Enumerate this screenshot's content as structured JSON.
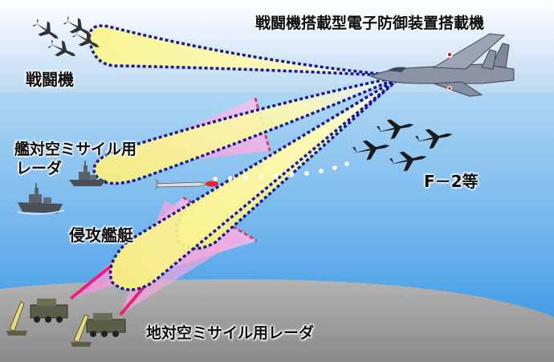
{
  "labels": {
    "aircraft": "戦闘機搭載型電子防御装置搭載機",
    "fighters": "戦闘機",
    "ship_radar_line1": "艦対空ミサイル用",
    "ship_radar_line2": "レーダ",
    "f2": "F－2等",
    "invasion_ships": "侵攻艦艇",
    "ground_radar": "地対空ミサイル用レーダ"
  },
  "colors": {
    "sky_top": "#ffffff",
    "sky_mid": "#bcd9f3",
    "sea_top": "#a9d4f4",
    "sea_bottom": "#1f8be0",
    "ground": "#9e9e9e",
    "jamming_beam": "#fbf78a",
    "beam_outline": "#1a1a9a",
    "radar_beam": "#f2aee2",
    "radar_beam_edge": "#e8207a"
  },
  "icons": {
    "aircraft": "f15-aircraft-icon",
    "fighter": "fighter-jet-icon",
    "f2": "f2-jet-icon",
    "ship": "warship-icon",
    "missile": "missile-icon",
    "radar_vehicle": "radar-vehicle-icon",
    "launcher": "missile-launcher-icon"
  }
}
